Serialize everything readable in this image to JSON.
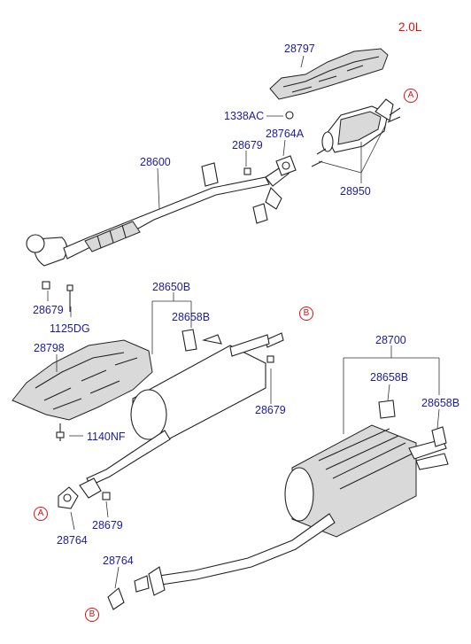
{
  "engine": "2.0L",
  "labels": {
    "p28797": "28797",
    "p1338AC": "1338AC",
    "p28764A": "28764A",
    "p28679_top": "28679",
    "p28600": "28600",
    "p28950": "28950",
    "p28679_left": "28679",
    "p1125DG": "1125DG",
    "p28650B": "28650B",
    "p28658B_mid": "28658B",
    "p28798": "28798",
    "p28679_mid": "28679",
    "p1140NF": "1140NF",
    "p28764_low": "28764",
    "p28679_low": "28679",
    "p28764_bottom": "28764",
    "p28700": "28700",
    "p28658B_r1": "28658B",
    "p28658B_r2": "28658B"
  },
  "callouts": {
    "a_top": "A",
    "b_mid": "B",
    "a_left": "A",
    "b_bottom": "B"
  }
}
